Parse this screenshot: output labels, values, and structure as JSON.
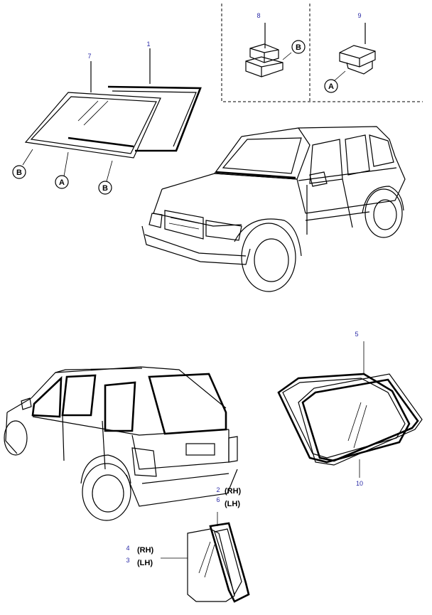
{
  "callouts": {
    "c1": "1",
    "c2": "2",
    "c3": "3",
    "c4": "4",
    "c5": "5",
    "c6": "6",
    "c7": "7",
    "c8": "8",
    "c9": "9",
    "c10": "10"
  },
  "side_labels": {
    "rh_upper": "(RH)",
    "lh_upper": "(LH)",
    "rh_lower": "(RH)",
    "lh_lower": "(LH)"
  },
  "reference_letters": {
    "a": "A",
    "b": "B"
  }
}
